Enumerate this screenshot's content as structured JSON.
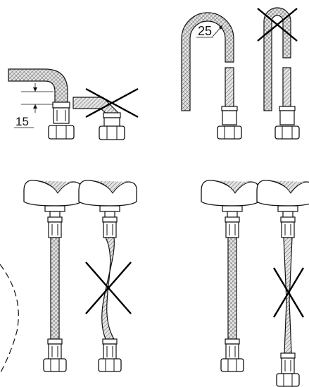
{
  "labels": {
    "offset_mm": "15",
    "radius_mm": "25"
  },
  "colors": {
    "line": "#111111",
    "hatch": "#444444",
    "hose_fill": "#d9d9d9",
    "cross": "#000000"
  },
  "panels": [
    {
      "id": "elbow-correct",
      "verdict": "allowed"
    },
    {
      "id": "elbow-kinked",
      "verdict": "forbidden"
    },
    {
      "id": "u-bend-correct",
      "verdict": "allowed"
    },
    {
      "id": "u-bend-too-tight",
      "verdict": "forbidden"
    },
    {
      "id": "hose-straight-left",
      "verdict": "allowed"
    },
    {
      "id": "hose-twisted",
      "verdict": "forbidden"
    },
    {
      "id": "hose-straight-right",
      "verdict": "allowed"
    },
    {
      "id": "hose-stretched",
      "verdict": "forbidden"
    }
  ]
}
